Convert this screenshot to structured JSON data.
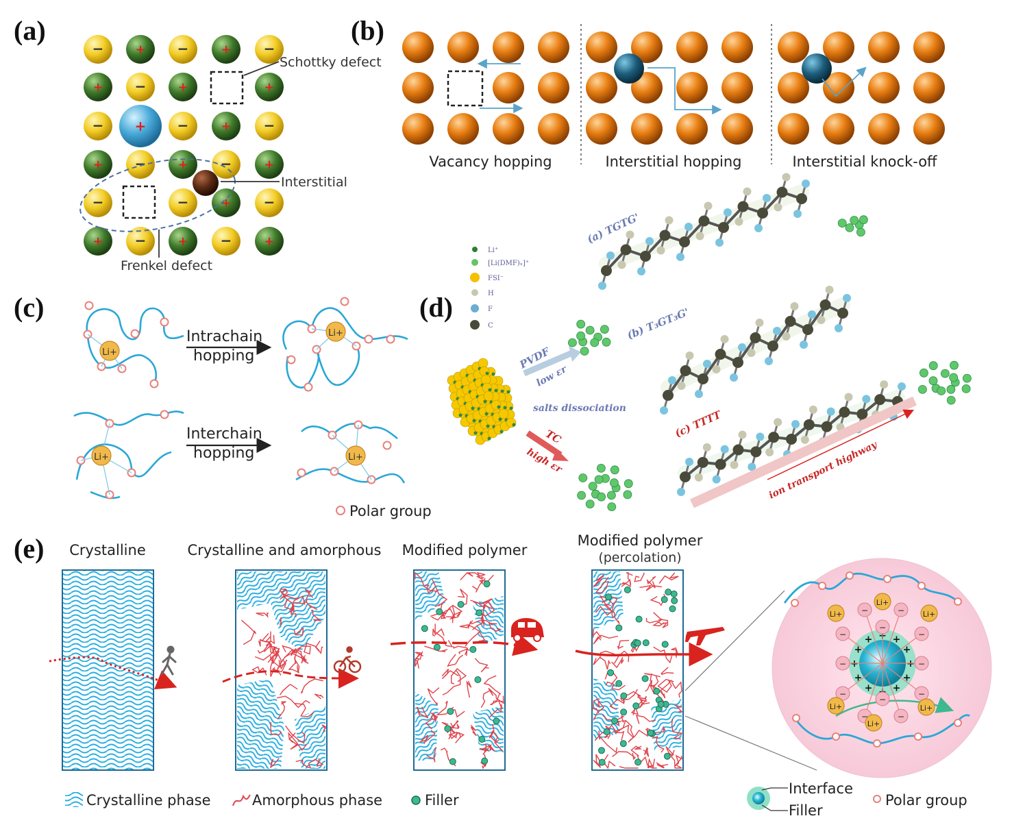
{
  "panels": {
    "a": {
      "label": "(a)",
      "charges": {
        "anion": "−",
        "cation": "+"
      },
      "schottky": "Schottky defect",
      "interstitial": "Interstitial",
      "frenkel": "Frenkel defect"
    },
    "b": {
      "label": "(b)",
      "captions": [
        "Vacancy hopping",
        "Interstitial hopping",
        "Interstitial knock-off"
      ]
    },
    "c": {
      "label": "(c)",
      "intrachain": [
        "Intrachain",
        "hopping"
      ],
      "interchain": [
        "Interchain",
        "hopping"
      ],
      "ion": "Li+",
      "legend": "Polar group"
    },
    "d": {
      "label": "(d)",
      "legend": [
        "Li⁺",
        "[Li(DMF)ₓ]⁺",
        "FSI⁻",
        "H",
        "F",
        "C"
      ],
      "conformations": [
        "(a) TGTG'",
        "(b) T₃GT₃G'",
        "(c) TTTT"
      ],
      "pvdf": "PVDF",
      "low_eps": "low εr",
      "salts": "salts dissociation",
      "tc": "TC",
      "high_eps": "high εr",
      "highway": "ion transport highway"
    },
    "e": {
      "label": "(e)",
      "titles": [
        "Crystalline",
        "Crystalline and amorphous",
        "Modified polymer",
        "Modified polymer",
        "(percolation)"
      ],
      "legend": [
        "Crystalline phase",
        "Amorphous phase",
        "Filler"
      ],
      "interface": "Interface",
      "filler": "Filler",
      "polar": "Polar group",
      "ion": "Li+",
      "minus": "−",
      "plus": "+"
    }
  },
  "colors": {
    "anion": "#e8c21c",
    "cation": "#3f7a2a",
    "vacancy": "#222222",
    "large_cation": "#47a8d8",
    "interstitial": "#5a2a14",
    "lattice_orange": "#e27b12",
    "dopant_blue": "#1c5e7c",
    "chain": "#2aa7d6",
    "polar": "#e8807a",
    "li_ion": "#f0b94a",
    "amorphous": "#e0424a",
    "filler": "#3db890",
    "arrow_red": "#d8231f"
  }
}
